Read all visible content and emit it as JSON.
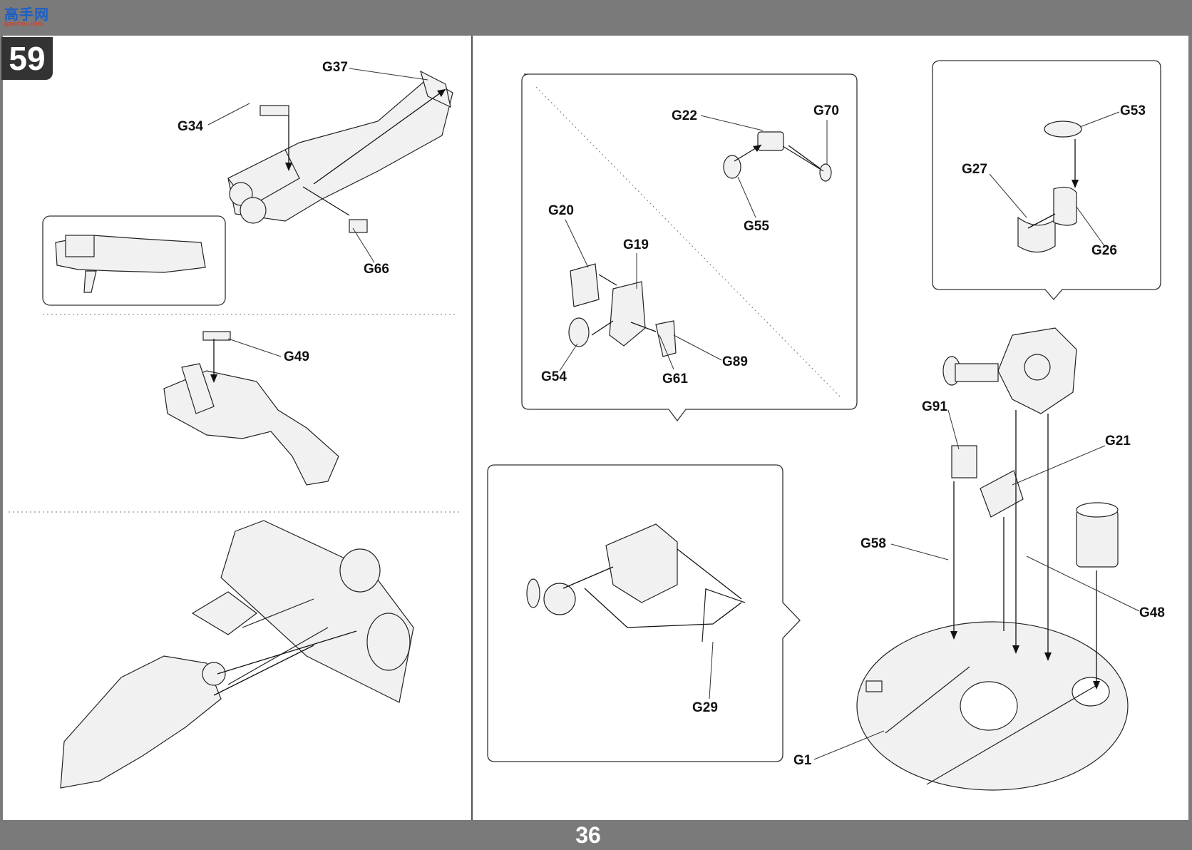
{
  "logo": {
    "text": "高手网",
    "subtext": "gaoshou.com"
  },
  "step": "59",
  "page_number": "36",
  "callouts": [
    {
      "id": "G37",
      "text": "G37"
    },
    {
      "id": "G34",
      "text": "G34"
    },
    {
      "id": "G66",
      "text": "G66"
    },
    {
      "id": "G49",
      "text": "G49"
    },
    {
      "id": "G22",
      "text": "G22"
    },
    {
      "id": "G70",
      "text": "G70"
    },
    {
      "id": "G55",
      "text": "G55"
    },
    {
      "id": "G20",
      "text": "G20"
    },
    {
      "id": "G19",
      "text": "G19"
    },
    {
      "id": "G54",
      "text": "G54"
    },
    {
      "id": "G61",
      "text": "G61"
    },
    {
      "id": "G89",
      "text": "G89"
    },
    {
      "id": "G53",
      "text": "G53"
    },
    {
      "id": "G27",
      "text": "G27"
    },
    {
      "id": "G26",
      "text": "G26"
    },
    {
      "id": "G91",
      "text": "G91"
    },
    {
      "id": "G21",
      "text": "G21"
    },
    {
      "id": "G58",
      "text": "G58"
    },
    {
      "id": "G48",
      "text": "G48"
    },
    {
      "id": "G29",
      "text": "G29"
    },
    {
      "id": "G1",
      "text": "G1"
    }
  ]
}
